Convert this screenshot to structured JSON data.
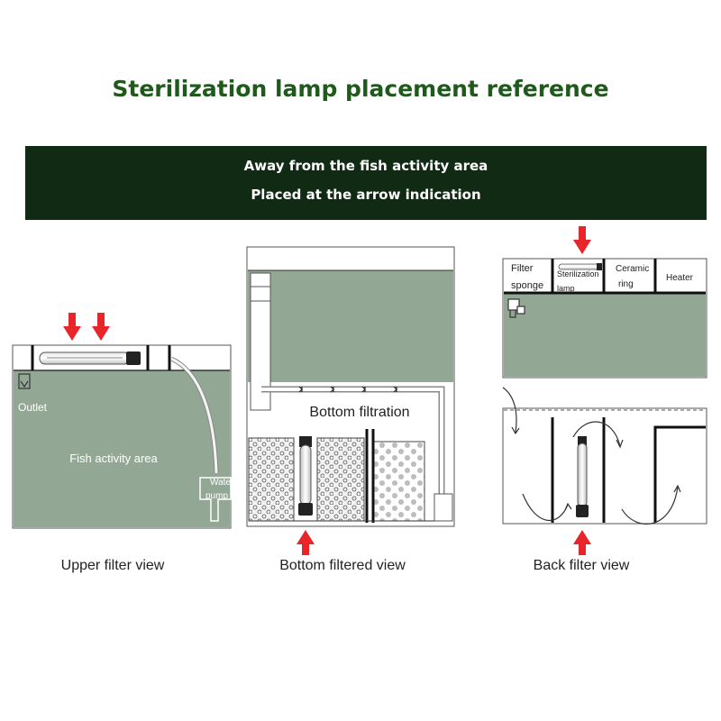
{
  "title": "Sterilization lamp placement reference",
  "banner": {
    "line1": "Away from the fish activity area",
    "line2": "Placed at the arrow indication"
  },
  "upper_view": {
    "caption": "Upper filter view",
    "outlet_label": "Outlet",
    "fish_area_label": "Fish activity area",
    "pump_label_1": "Water",
    "pump_label_2": "pump"
  },
  "bottom_view": {
    "caption": "Bottom filtered view",
    "label": "Bottom filtration"
  },
  "back_view": {
    "caption": "Back filter view",
    "compartments": [
      {
        "line1": "Filter",
        "line2": "sponge"
      },
      {
        "line1": "Sterilization",
        "line2": "lamp"
      },
      {
        "line1": "Ceramic",
        "line2": "ring"
      },
      {
        "line1": "Heater",
        "line2": ""
      }
    ]
  },
  "colors": {
    "title": "#1f5a1c",
    "banner_bg": "#102a14",
    "water": "#93a795",
    "arrow": "#e8262a"
  }
}
